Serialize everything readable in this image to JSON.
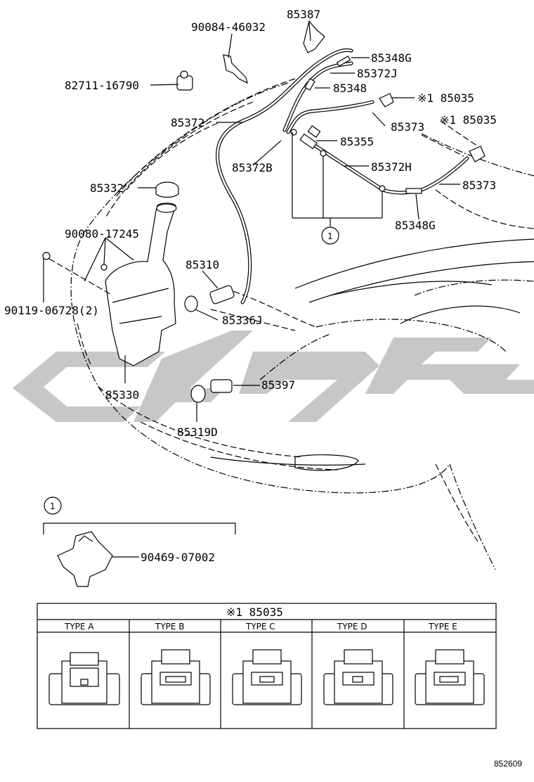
{
  "callouts": {
    "p85387": "85387",
    "p90084": "90084-46032",
    "p85348G_top": "85348G",
    "p85372J": "85372J",
    "p82711": "82711-16790",
    "p85348": "85348",
    "p85035_a": "※1 85035",
    "p85372": "85372",
    "p85373_a": "85373",
    "p85035_b": "※1 85035",
    "p85355": "85355",
    "p85372B": "85372B",
    "p85372H": "85372H",
    "p85332": "85332",
    "p85373_b": "85373",
    "p85348G_bot": "85348G",
    "p90080": "90080-17245",
    "p85310": "85310",
    "p90119": "90119-06728(2)",
    "p85336J": "85336J",
    "p85397": "85397",
    "p85330": "85330",
    "p85319D": "85319D",
    "p90469": "90469-07002"
  },
  "ref_marker": "1",
  "table": {
    "title": "※1 85035",
    "columns": [
      "TYPE A",
      "TYPE B",
      "TYPE C",
      "TYPE D",
      "TYPE E"
    ]
  },
  "figure_id": "852609",
  "colors": {
    "line": "#000000",
    "watermark": "#bdbdbd",
    "background": "#ffffff"
  }
}
